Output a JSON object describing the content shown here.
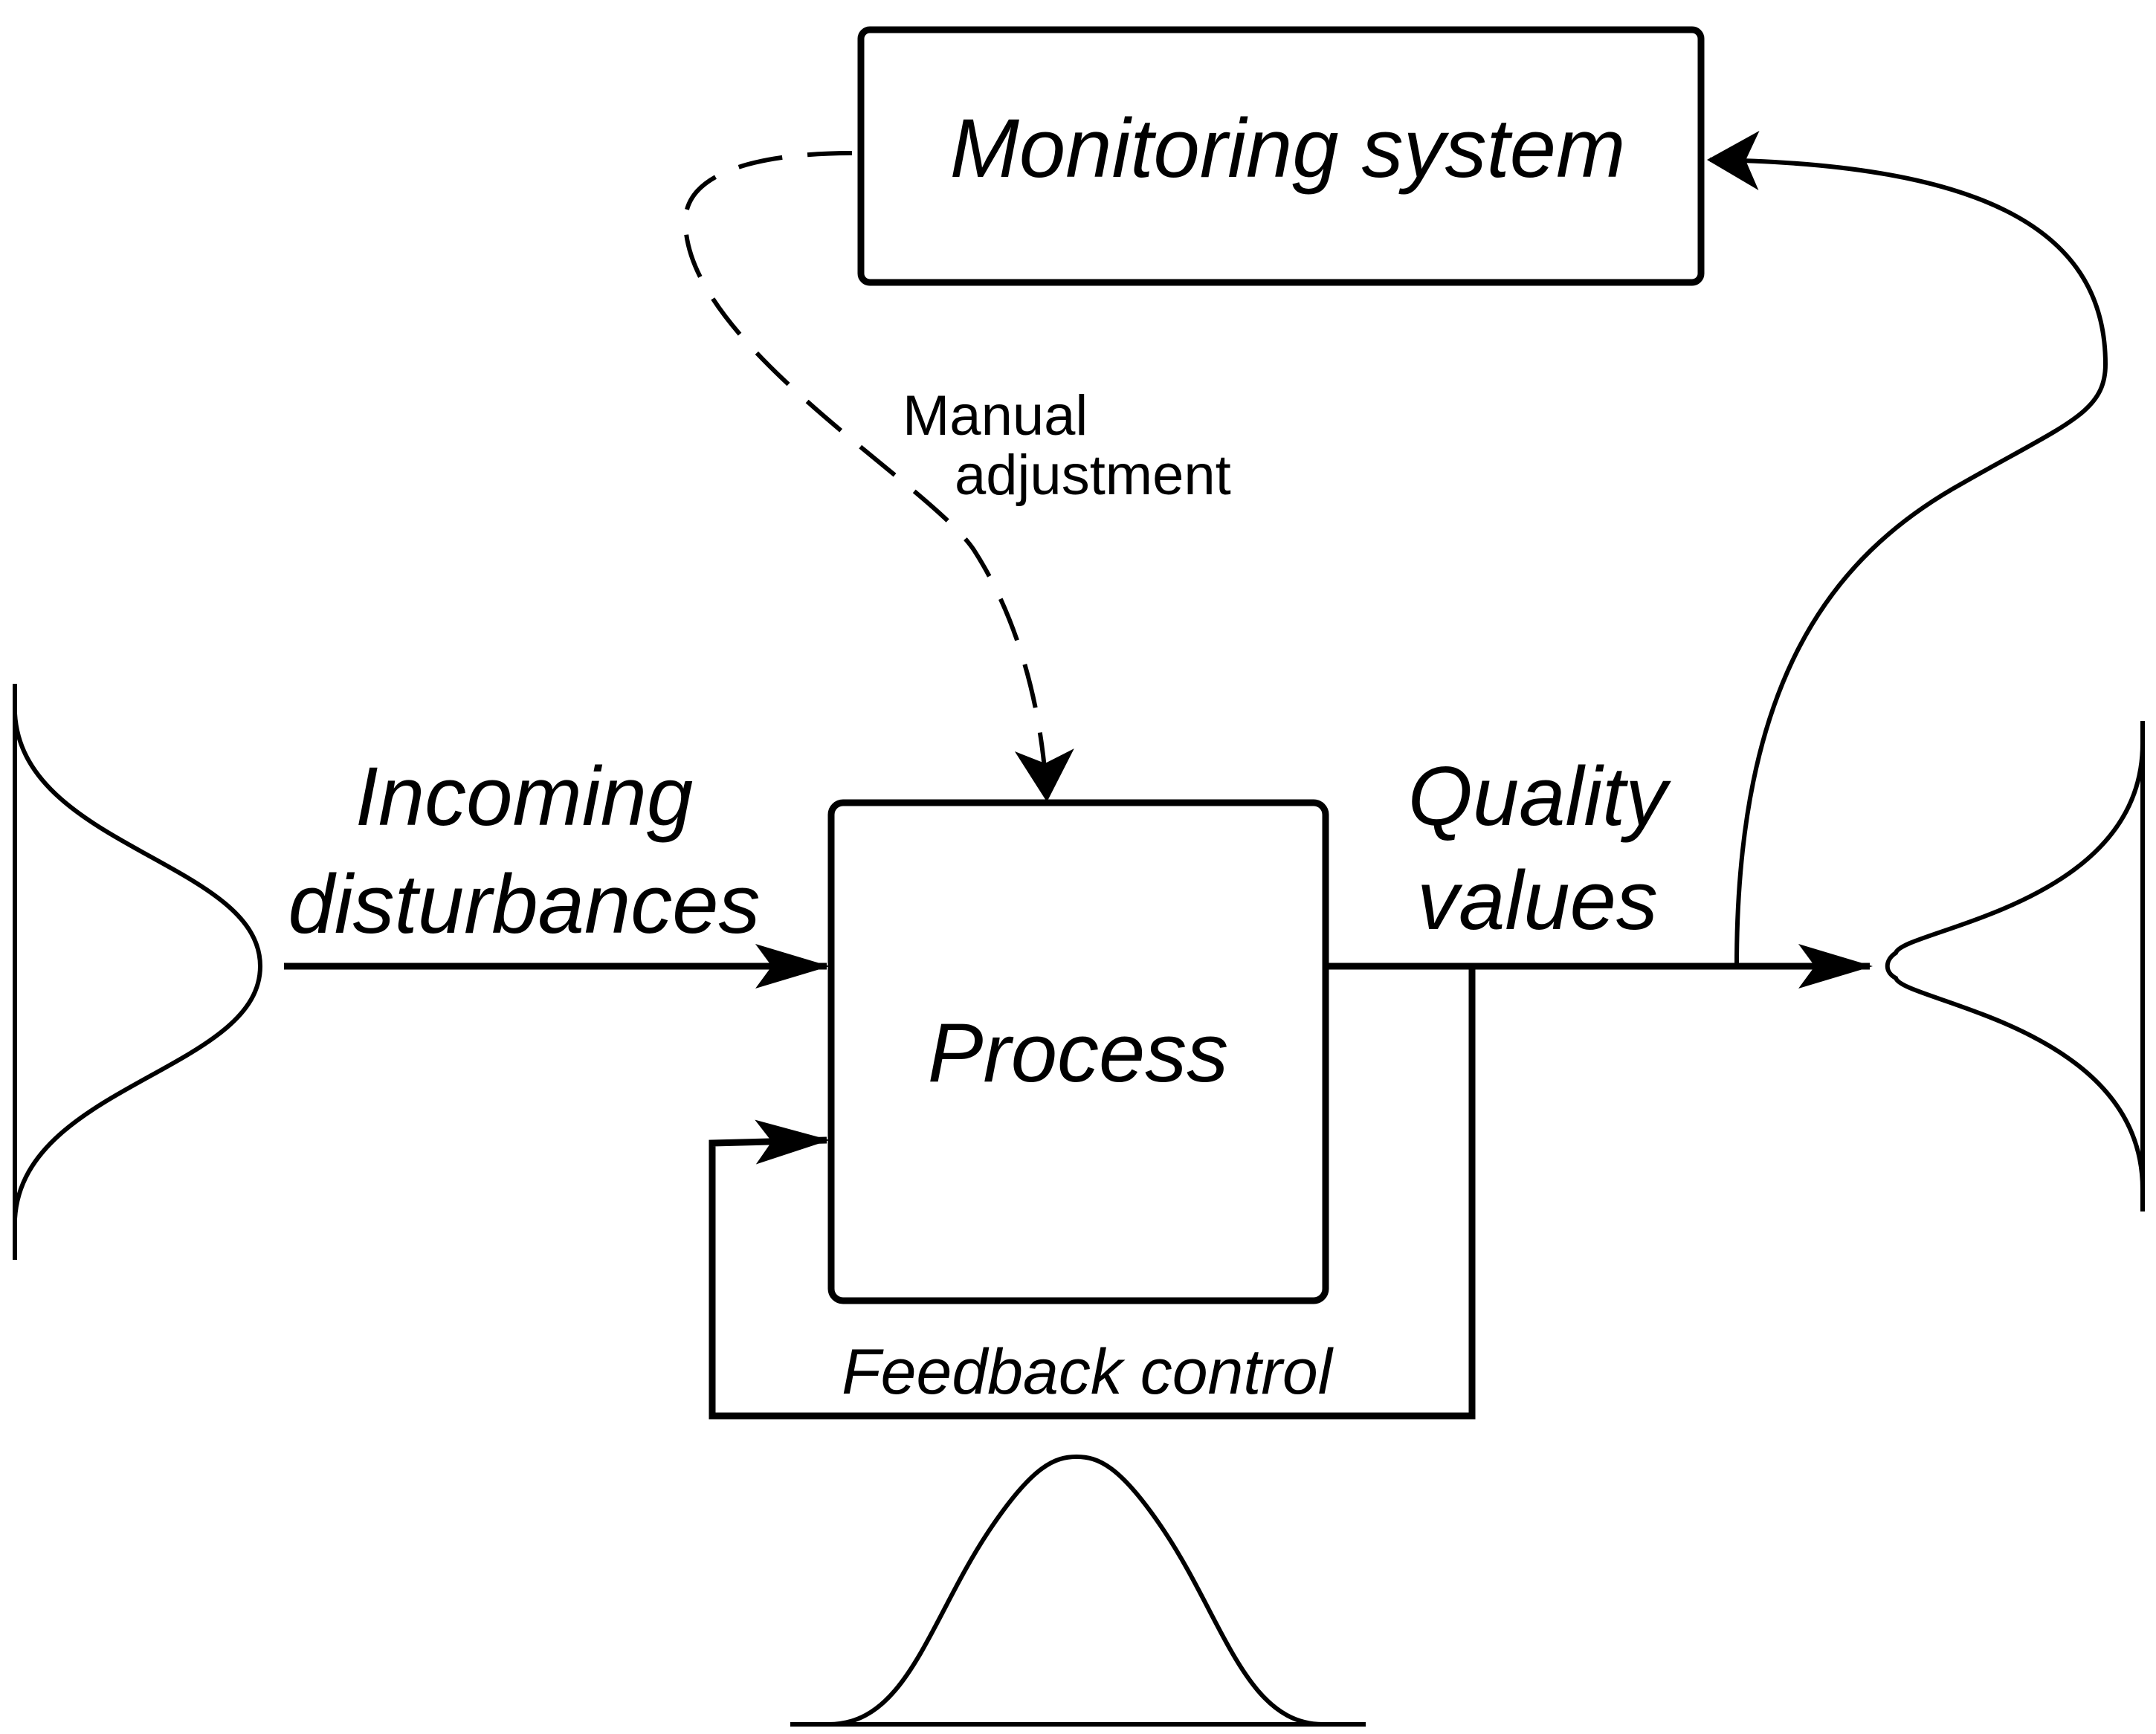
{
  "diagram": {
    "monitoring_label": "Monitoring system",
    "process_label": "Process",
    "incoming_line1": "Incoming",
    "incoming_line2": "disturbances",
    "quality_line1": "Quality",
    "quality_line2": "values",
    "manual_line1": "Manual",
    "manual_line2": "adjustment",
    "feedback_label": "Feedback control"
  },
  "colors": {
    "ink": "#000000",
    "background": "#ffffff"
  }
}
